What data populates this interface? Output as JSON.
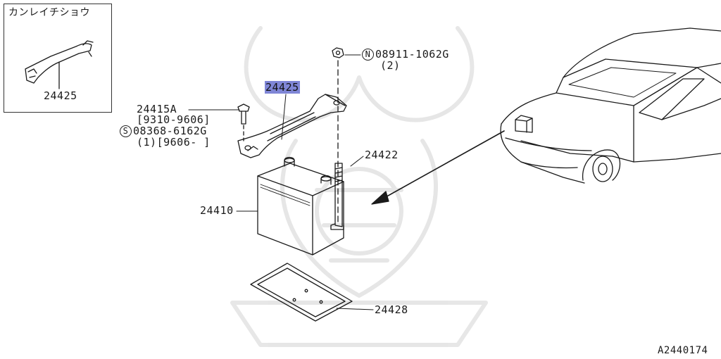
{
  "inset": {
    "title": "カンレイチショウ",
    "part": "24425"
  },
  "labels": {
    "hold_down_bar": "24425",
    "nut_prefix": "N",
    "nut_part": "08911-1062G",
    "nut_qty": "(2)",
    "bolt_part": "24415A",
    "bolt_date": "[9310-9606]",
    "screw_prefix": "S",
    "screw_part": "08368-6162G",
    "screw_qty_date": "(1)[9606-    ]",
    "rod": "24422",
    "battery": "24410",
    "tray": "24428"
  },
  "figure_code": "A2440174",
  "highlight_color": "#7f86d6"
}
